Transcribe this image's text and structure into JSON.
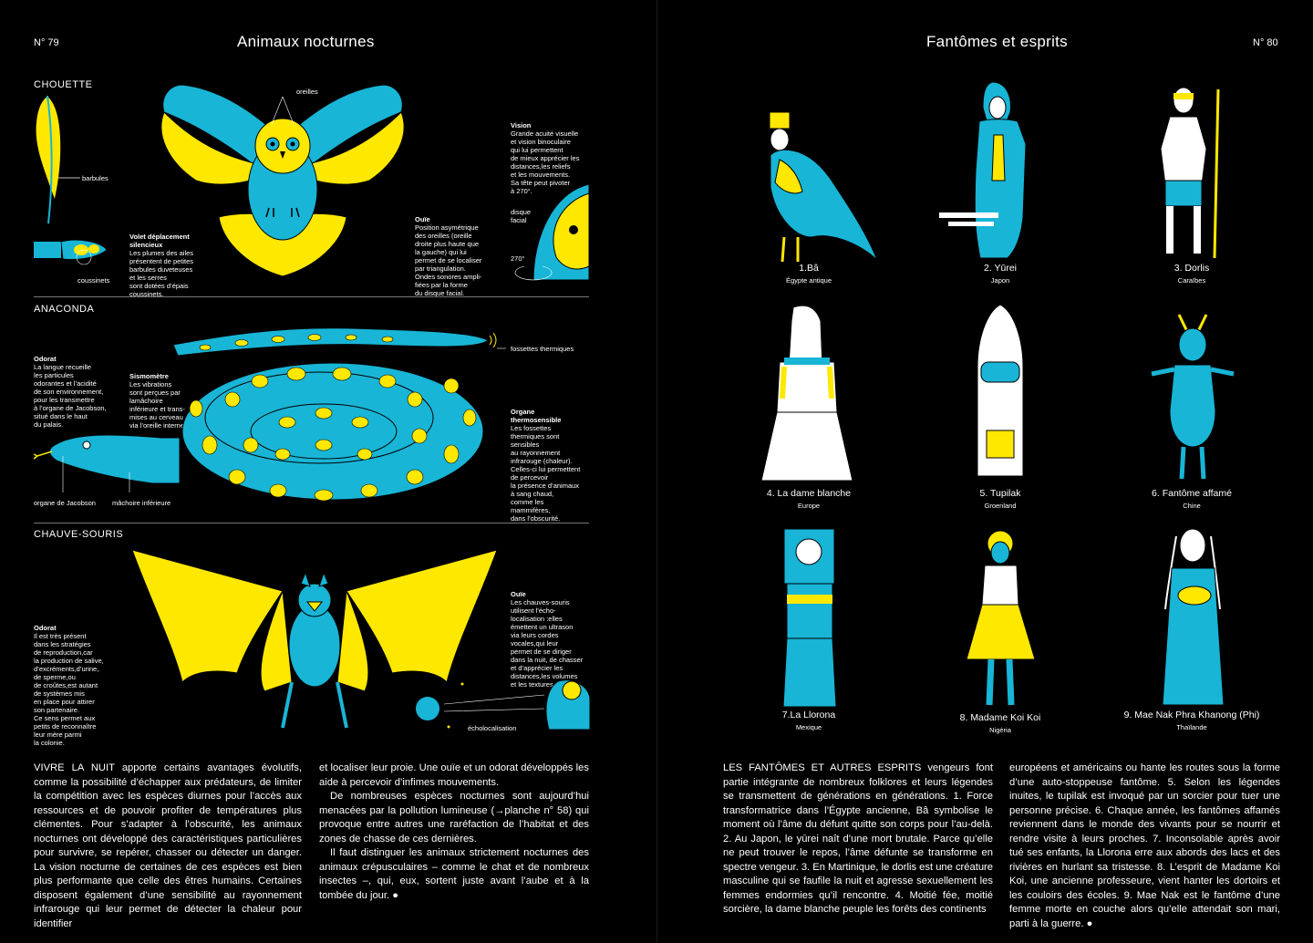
{
  "colors": {
    "cyan": "#18b5d6",
    "yellow": "#ffe800",
    "black": "#000000",
    "white": "#ffffff"
  },
  "left": {
    "plate_number": "N° 79",
    "title": "Animaux nocturnes",
    "owl": {
      "section": "CHOUETTE",
      "label_oreilles": "oreilles",
      "label_barbules": "barbules",
      "label_coussinets": "coussinets",
      "label_disque": "disque\nfacial",
      "label_270": "270°",
      "vol_title": "Volet déplacement\nsilencieux",
      "vol_text": "Les plumes des ailes\nprésentent de petites\nbarbules duveteuses\net les serres\nsont dotées d’épais\ncoussinets.",
      "vision_title": "Vision",
      "vision_text": "Grande acuité visuelle\net vision binoculaire\nqui lui permettent\nde mieux apprécier les\ndistances,les reliefs\net les mouvements.\nSa tête peut pivoter\nà 270°.",
      "ouie_title": "Ouïe",
      "ouie_text": "Position asymétrique\ndes oreilles (oreille\ndroite plus haute que\nla gauche) qui lui\npermet de se localiser\npar triangulation.\nOndes sonores ampli-\nfiées par la forme\ndu disque facial."
    },
    "anaconda": {
      "section": "ANACONDA",
      "odorat_title": "Odorat",
      "odorat_text": "La langue recueille\nles particules\nodorantes et l’acidité\nde son environnement,\npour les transmettre\nà l’organe de Jacobson,\nsitué dans le haut\ndu palais.",
      "sismo_title": "Sismomètre",
      "sismo_text": "Les vibrations\nsont perçues par\nlamâchoire\ninférieure et trans-\nmises au cerveau\nvia l’oreille interne.",
      "label_fossettes": "fossettes thermiques",
      "organe_title": "Organe\nthermosensible",
      "organe_text": "Les fossettes\nthermiques sont\nsensibles\nau rayonnement\ninfrarouge (chaleur).\nCelles-ci lui permettent\nde percevoir\nla présence d’animaux\nà sang chaud,\ncomme les\nmammifères,\ndans l’obscurité.",
      "label_jacobson": "organe de Jacobson",
      "label_machoire": "mâchoire inférieure"
    },
    "bat": {
      "section": "CHAUVE-SOURIS",
      "odorat_title": "Odorat",
      "odorat_text": "Il est très présent\ndans les stratégies\nde reproduction,car\nla production de salive,\nd’excréments,d’urine,\nde sperme,ou\nde croûtes,est autant\nde systèmes mis\nen place pour attirer\nson partenaire.\nCe sens permet aux\npetits de reconnaître\nleur mère parmi\nla colonie.",
      "ouie_title": "Ouïe",
      "ouie_text": "Les chauves-souris\nutilisent l’écho-\nlocalisation :elles\némettent un ultrason\nvia leurs cordes\nvocales,qui leur\npermet de se diriger\ndans la nuit, de chasser\net d’apprécier les\ndistances,les volumes\net les textures.",
      "label_echo": "écholocalisation"
    },
    "text_col1": "VIVRE LA NUIT apporte certains avantages évolutifs, comme la possibilité d’échapper aux prédateurs, de limiter la compétition avec les espèces diurnes pour l’accès aux ressources et de pouvoir profiter de températures plus clémentes. Pour s’adapter à l’obscurité, les animaux nocturnes ont développé des caractéristiques particulières pour survivre, se repérer, chasser ou détecter un danger. La vision nocturne de certaines de ces espèces est bien plus performante que celle des êtres humains. Certaines dispo­sent également d’une sensibilité au rayonnement infra­rouge qui leur permet de détecter la chaleur pour identifier",
    "text_col2_p1": "et localiser leur proie. Une ouïe et un odorat développés les aide à percevoir d’infimes mouvements.",
    "text_col2_p2": "De nombreuses espèces nocturnes sont aujourd’hui menacées par la pollution lumineuse (→planche n° 58) qui provoque entre autres une raréfaction de l’habitat et des zones de chasse de ces dernières.",
    "text_col2_p3": "Il faut distinguer les animaux strictement nocturnes des animaux crépusculaires – comme le chat et de nombreux insectes –, qui, eux, sortent juste avant l’aube et à la tombée du jour. ●"
  },
  "right": {
    "plate_number": "N° 80",
    "title": "Fantômes et esprits",
    "ghosts": [
      {
        "name": "1.Bâ",
        "origin": "Égypte antique"
      },
      {
        "name": "2. Yūrei",
        "origin": "Japon"
      },
      {
        "name": "3. Dorlis",
        "origin": "Caraïbes"
      },
      {
        "name": "4. La dame blanche",
        "origin": "Europe"
      },
      {
        "name": "5. Tupilak",
        "origin": "Groenland"
      },
      {
        "name": "6. Fantôme affamé",
        "origin": "Chine"
      },
      {
        "name": "7.La Llorona",
        "origin": "Mexique"
      },
      {
        "name": "8. Madame Koi Koi",
        "origin": "Nigéria"
      },
      {
        "name": "9. Mae Nak Phra Khanong (Phi)",
        "origin": "Thaïlande"
      }
    ],
    "text_col1": "LES FANTÔMES ET AUTRES ESPRITS vengeurs font partie intégrante de nombreux folklores et leurs légendes se transmettent de générations en générations. 1. Force transformatrice dans l’Égypte ancienne, Bâ symbolise le moment où l’âme du défunt quitte son corps pour l’au-delà. 2. Au Japon, le yūrei naît d’une mort brutale. Parce qu’elle ne peut trouver le repos, l’âme défunte se transforme en spectre vengeur. 3. En Martinique, le dorlis est une créa­ture masculine qui se faufile la nuit et agresse sexuellement les femmes endormies qu’il rencontre. 4. Moitié fée, moitié sorcière, la dame blanche peuple les forêts des continents",
    "text_col2": "européens et américains ou hante les routes sous la forme d’une auto-stoppeuse fantôme. 5. Selon les légendes inuites, le tupilak est invoqué par un sorcier pour tuer une personne précise. 6. Chaque année, les fantômes affamés reviennent dans le monde des vivants pour se nourrir et rendre visite à leurs proches. 7. Inconsolable après avoir tué ses enfants, la Llorona erre aux abords des lacs et des rivières en hurlant sa tristesse. 8. L’esprit de Madame Koi Koi, une ancienne professeure, vient hanter les dortoirs et les couloirs des écoles. 9. Mae Nak est le fantôme d’une femme morte en couche alors qu’elle attendait son mari, parti à la guerre. ●"
  }
}
